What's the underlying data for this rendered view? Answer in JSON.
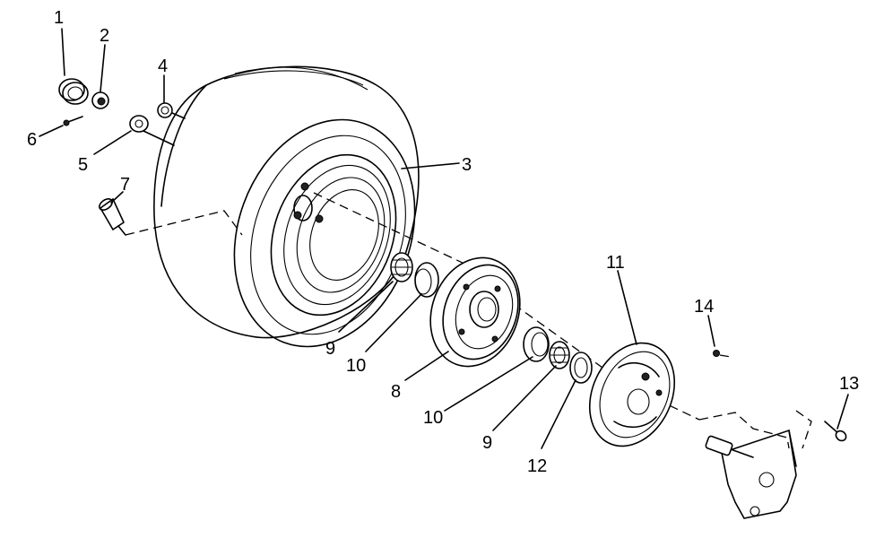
{
  "diagram": {
    "labels": {
      "l1": "1",
      "l2": "2",
      "l3": "3",
      "l4": "4",
      "l5": "5",
      "l6": "6",
      "l7": "7",
      "l8": "8",
      "l9a": "9",
      "l9b": "9",
      "l10a": "10",
      "l10b": "10",
      "l11": "11",
      "l12": "12",
      "l13": "13",
      "l14": "14"
    }
  }
}
